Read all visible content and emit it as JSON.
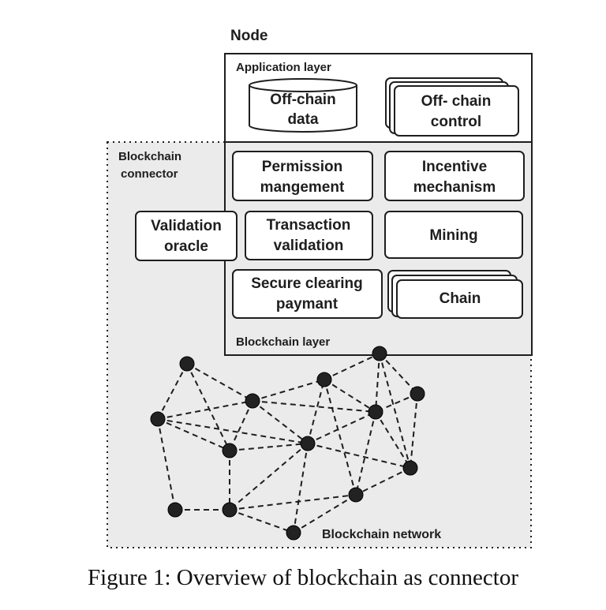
{
  "node_title": "Node",
  "application_layer": {
    "label": "Application layer",
    "offchain_data": [
      "Off-chain",
      "data"
    ],
    "offchain_control": [
      "Off- chain",
      "control"
    ]
  },
  "blockchain_connector": {
    "label": [
      "Blockchain",
      "connector"
    ]
  },
  "validation_oracle": [
    "Validation",
    "oracle"
  ],
  "blockchain_layer": {
    "label": "Blockchain layer",
    "boxes": {
      "permission": [
        "Permission",
        "mangement"
      ],
      "incentive": [
        "Incentive",
        "mechanism"
      ],
      "transaction": [
        "Transaction",
        "validation"
      ],
      "mining": [
        "Mining"
      ],
      "secure": [
        "Secure clearing",
        "paymant"
      ],
      "chain": [
        "Chain"
      ]
    }
  },
  "network": {
    "label": "Blockchain network",
    "node_count": 14,
    "edges": [
      [
        "A",
        "B"
      ],
      [
        "A",
        "C"
      ],
      [
        "A",
        "D"
      ],
      [
        "B",
        "C"
      ],
      [
        "B",
        "D"
      ],
      [
        "B",
        "E"
      ],
      [
        "B",
        "F"
      ],
      [
        "C",
        "D"
      ],
      [
        "C",
        "E"
      ],
      [
        "C",
        "I"
      ],
      [
        "C",
        "K"
      ],
      [
        "D",
        "E"
      ],
      [
        "D",
        "G"
      ],
      [
        "E",
        "I"
      ],
      [
        "E",
        "K"
      ],
      [
        "E",
        "G"
      ],
      [
        "E",
        "M"
      ],
      [
        "E",
        "H"
      ],
      [
        "F",
        "G"
      ],
      [
        "G",
        "N"
      ],
      [
        "G",
        "H"
      ],
      [
        "H",
        "N"
      ],
      [
        "I",
        "J"
      ],
      [
        "I",
        "K"
      ],
      [
        "I",
        "N"
      ],
      [
        "J",
        "K"
      ],
      [
        "J",
        "L"
      ],
      [
        "J",
        "M"
      ],
      [
        "K",
        "M"
      ],
      [
        "K",
        "N"
      ],
      [
        "L",
        "K"
      ],
      [
        "L",
        "M"
      ],
      [
        "M",
        "N"
      ]
    ]
  },
  "caption": "Figure 1: Overview of blockchain as connector",
  "colors": {
    "connector_fill": "#ebebeb",
    "stroke": "#1e1e1e",
    "node_fill": "#222222"
  }
}
